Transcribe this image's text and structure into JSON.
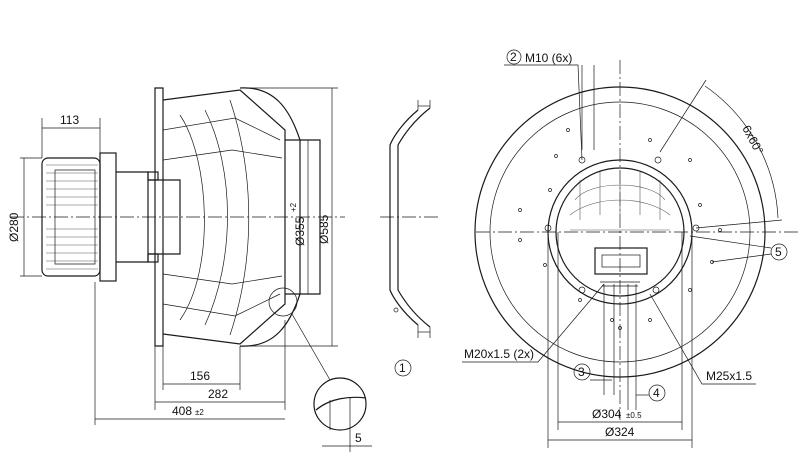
{
  "side_view": {
    "dim_113": "113",
    "dim_280": "Ø280",
    "dim_355": "Ø355",
    "dim_355_tol": "+2",
    "dim_585": "Ø585",
    "dim_156": "156",
    "dim_282": "282",
    "dim_408": "408",
    "dim_408_tol": "±2",
    "dim_5": "5"
  },
  "ring_view": {
    "ref_1": "1"
  },
  "front_view": {
    "ref_2": "2",
    "label_m10": "M10 (6x)",
    "angle_label": "6x60°",
    "ref_5": "5",
    "label_m20": "M20x1.5 (2x)",
    "label_m25": "M25x1.5",
    "ref_3": "3",
    "ref_4": "4",
    "dim_304": "Ø304",
    "dim_304_tol": "±0.5",
    "dim_324": "Ø324"
  }
}
